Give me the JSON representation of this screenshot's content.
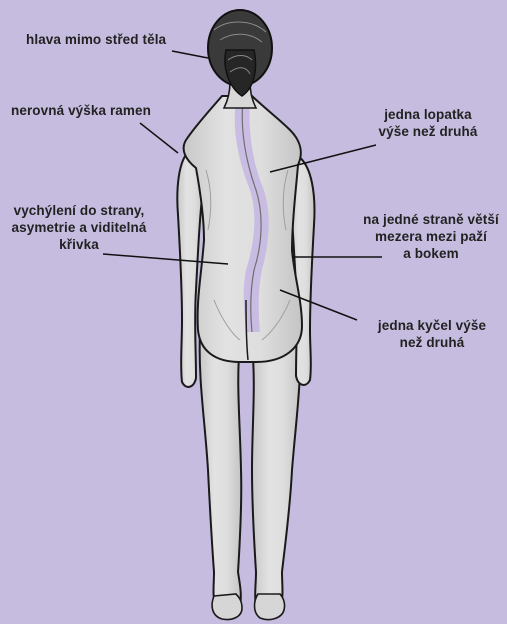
{
  "colors": {
    "background": "#c6bcdf",
    "skin": "#dcdcdc",
    "skin_shadow": "#b9b9b9",
    "outline": "#1a1a1a",
    "spine_highlight": "#c5b6e3",
    "hair": "#2b2b2b"
  },
  "annotations": {
    "head": "hlava mimo střed těla",
    "shoulders": "nerovná výška ramen",
    "shoulder_blade": [
      "jedna lopatka",
      "výše než druhá"
    ],
    "curve": [
      "vychýlení do strany,",
      "asymetrie a viditelná",
      "křivka"
    ],
    "arm_gap": [
      "na jedné straně větší",
      "mezera mezi paží",
      "a bokem"
    ],
    "hip": [
      "jedna kyčel výše",
      "než druhá"
    ]
  }
}
